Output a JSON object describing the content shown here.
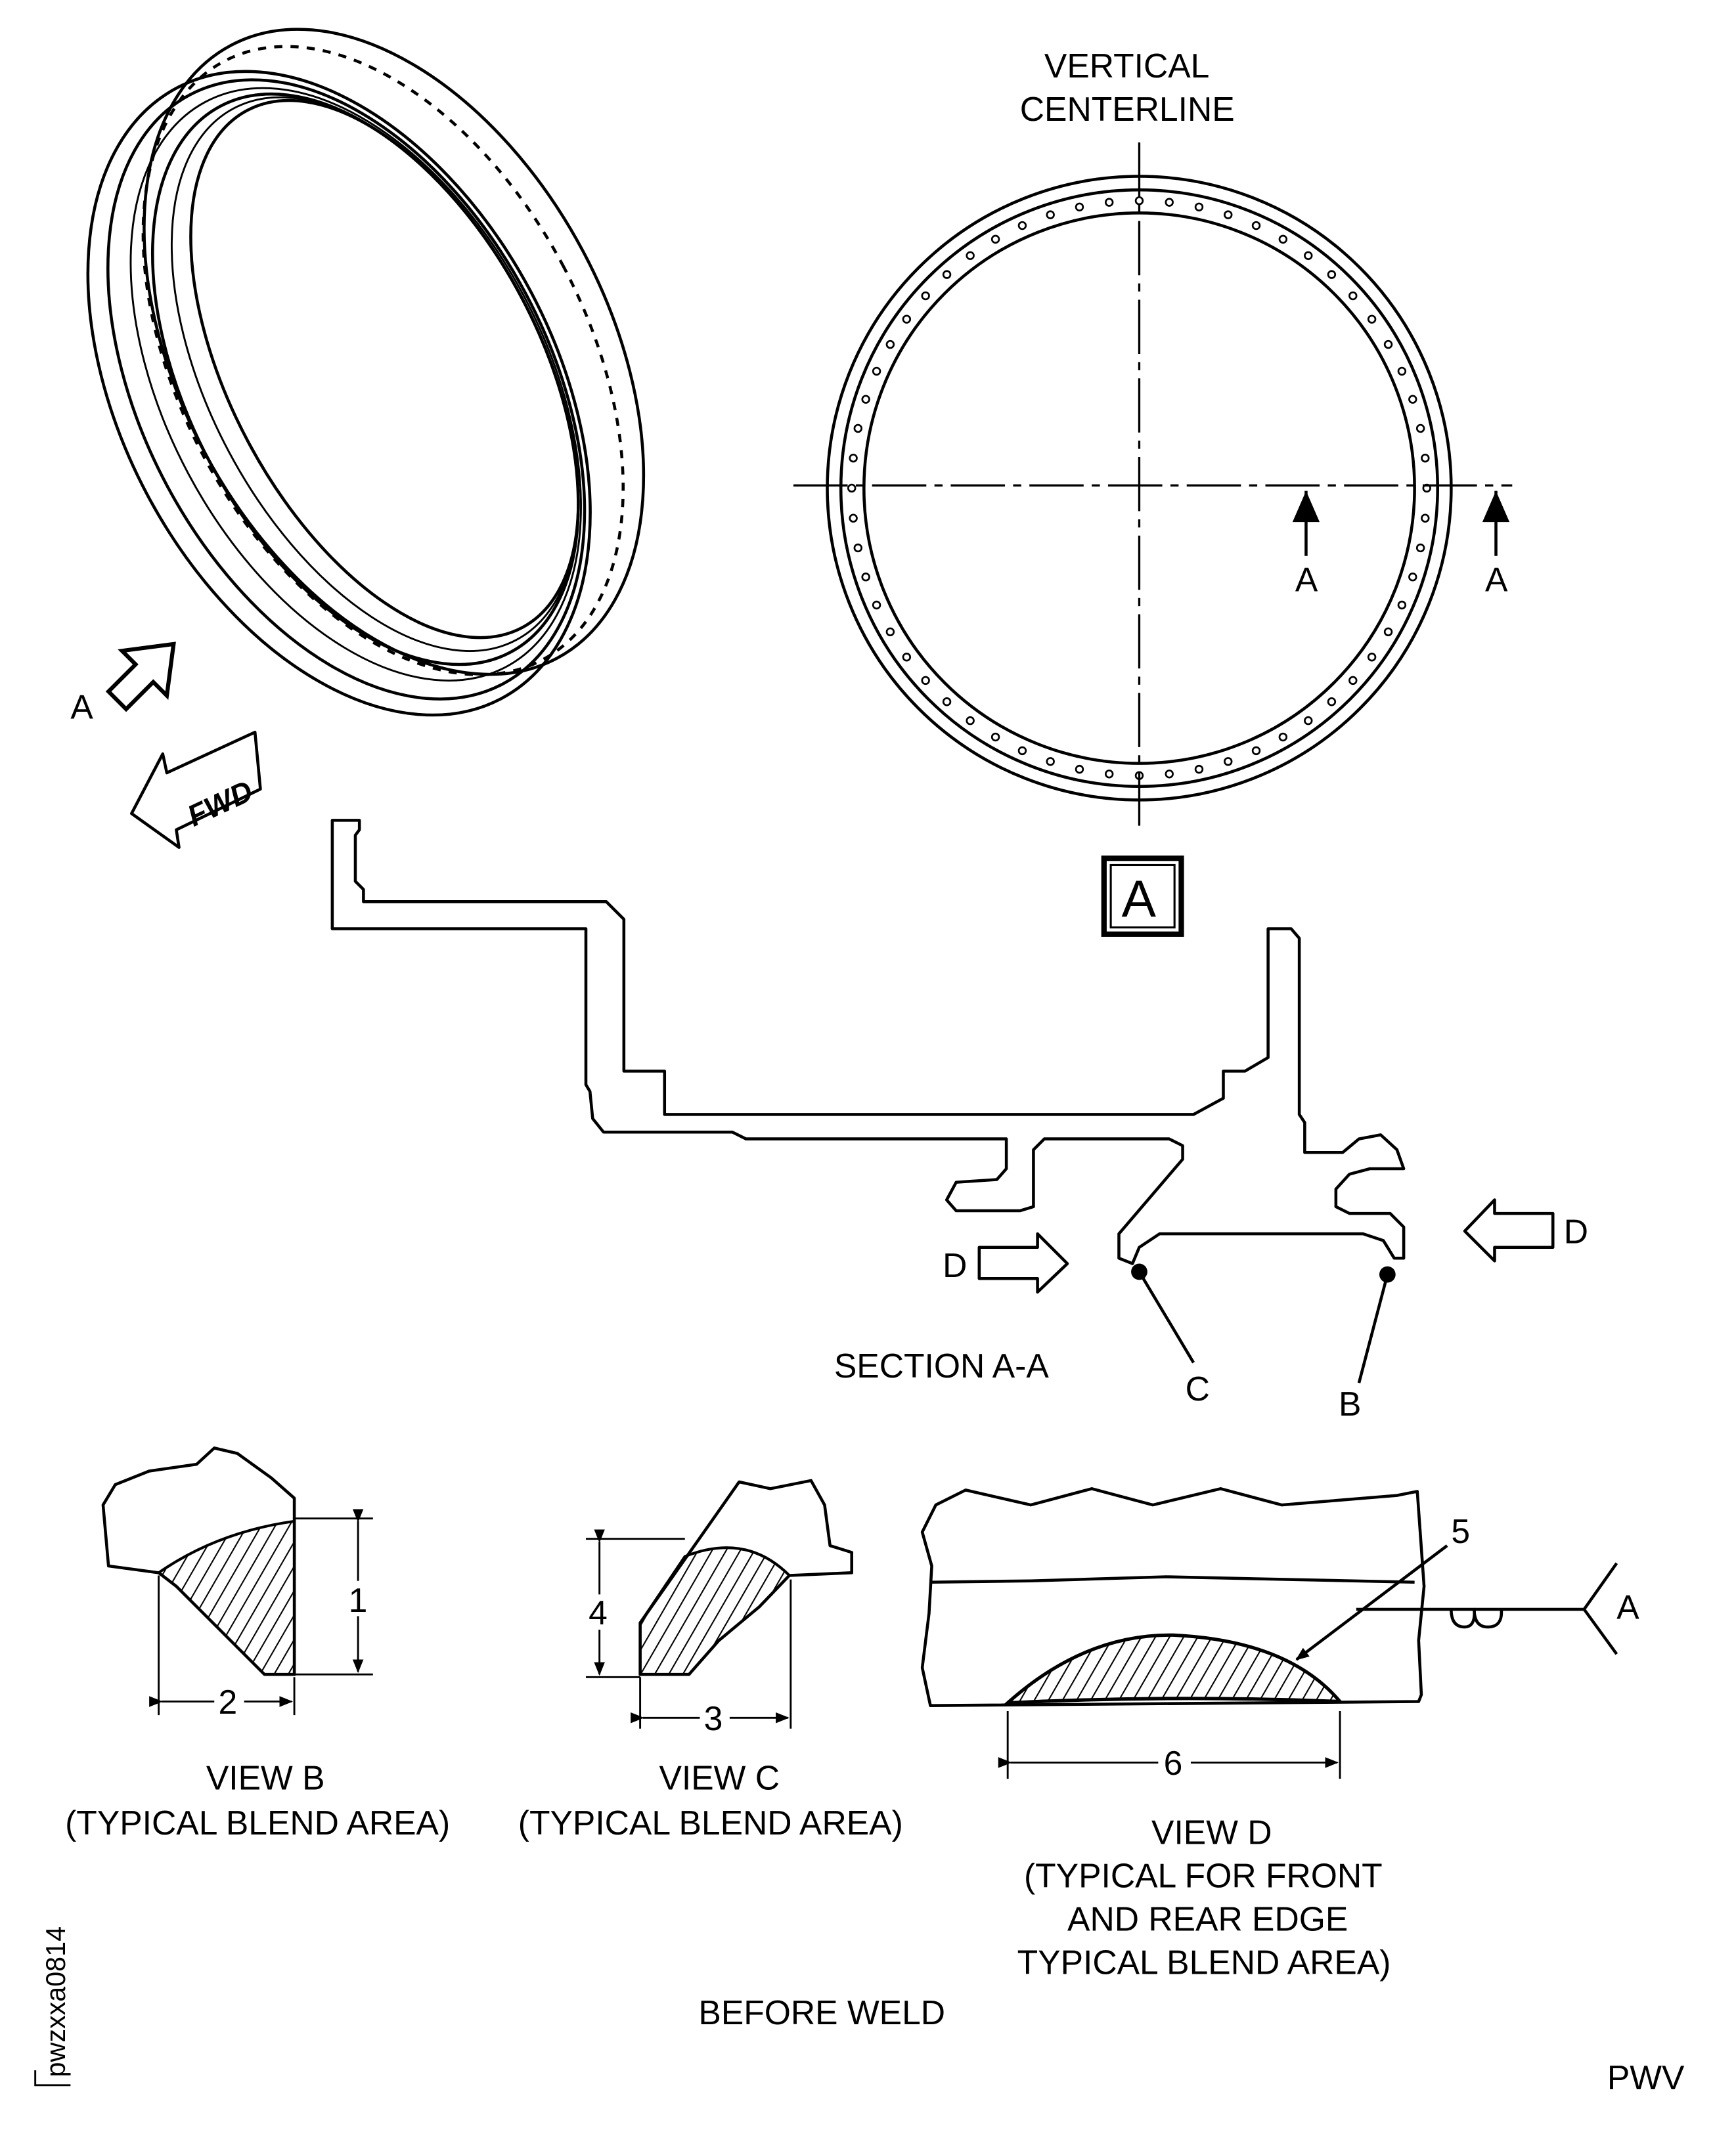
{
  "labels": {
    "vertical_centerline_1": "VERTICAL",
    "vertical_centerline_2": "CENTERLINE",
    "view_a_marker": "A",
    "section_arrow_left": "A",
    "section_arrow_right": "A",
    "view_a_box": "A",
    "fwd": "FWD",
    "section_title": "SECTION A-A",
    "point_c": "C",
    "point_b": "B",
    "view_d_left": "D",
    "view_d_right": "D",
    "dim_1": "1",
    "dim_2": "2",
    "dim_3": "3",
    "dim_4": "4",
    "callout_5": "5",
    "dim_6": "6",
    "weld_symbol_ref": "A",
    "view_b_title": "VIEW B",
    "view_b_sub": "(TYPICAL BLEND AREA)",
    "view_c_title": "VIEW C",
    "view_c_sub": "(TYPICAL BLEND AREA)",
    "view_d_title": "VIEW D",
    "view_d_sub_1": "(TYPICAL FOR FRONT",
    "view_d_sub_2": "AND REAR EDGE",
    "view_d_sub_3": "TYPICAL BLEND AREA)",
    "before_weld": "BEFORE WELD",
    "figure_id": "pwzxxa0814",
    "source": "PWV"
  }
}
